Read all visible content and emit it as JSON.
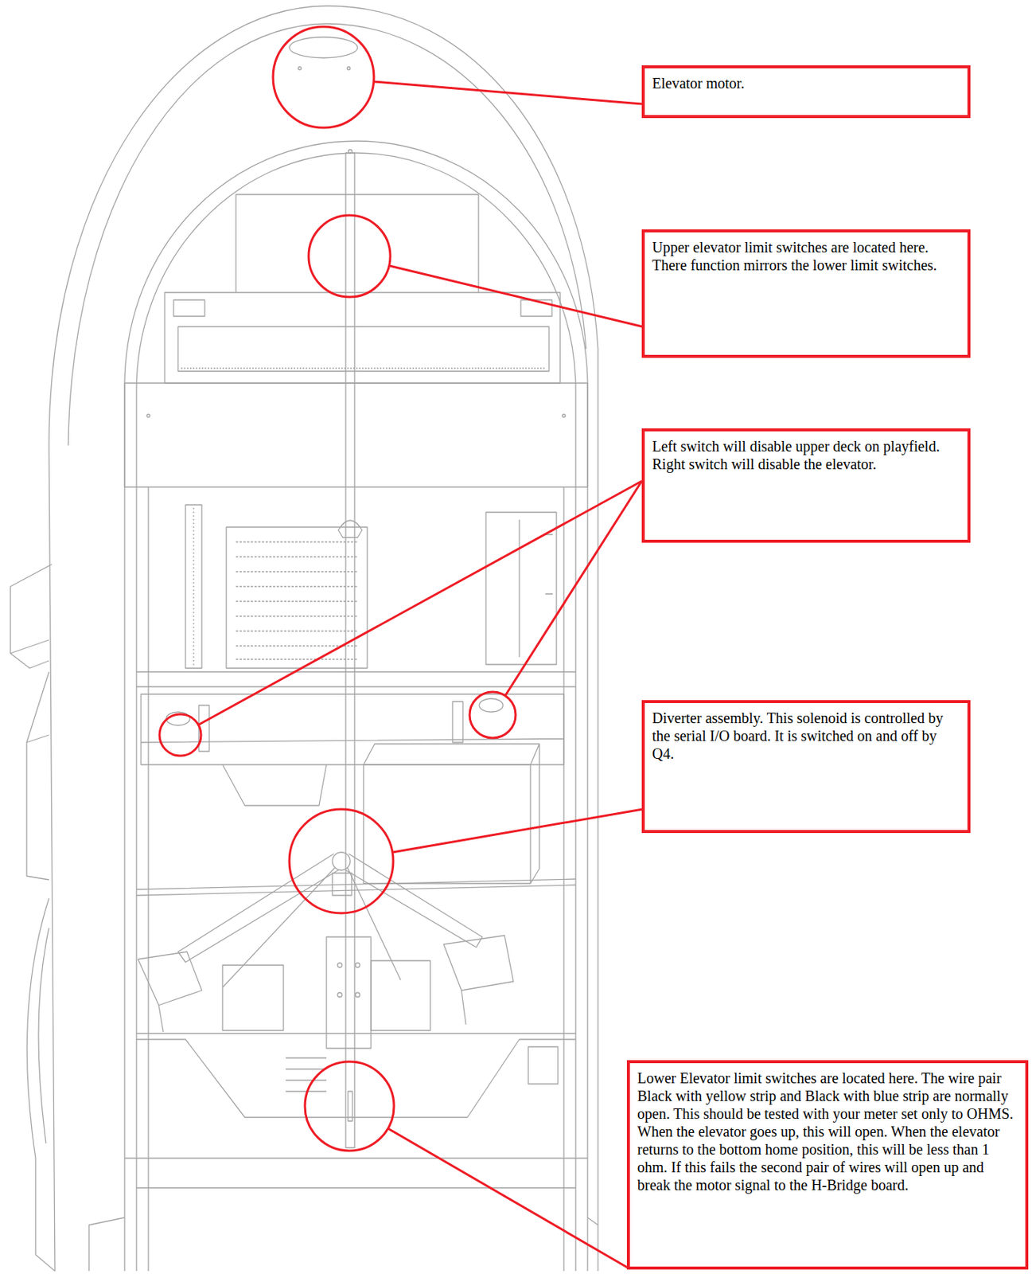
{
  "diagram": {
    "nodes": [
      {
        "text": [
          "Elevator motor."
        ]
      },
      {
        "text": [
          "Upper elevator limit switches are located here. There function mirrors the lower limit switches."
        ]
      },
      {
        "text": [
          "Left switch will disable upper deck on playfield. Right switch will disable the elevator."
        ]
      },
      {
        "text": [
          "Diverter assembly. This solenoid is controlled by the serial I/O board. It is switched on and off by Q4."
        ]
      },
      {
        "text": [
          "Lower Elevator limit switches are located here. The wire pair Black with yellow strip and Black with blue strip are normally open. This should be tested with your meter set only to OHMS. When the elevator goes up, this will open. When the elevator returns to the bottom home position, this will be less than 1 ohm. If this fails the second pair of wires will open up and break the motor signal to the H-Bridge board."
        ]
      }
    ]
  }
}
